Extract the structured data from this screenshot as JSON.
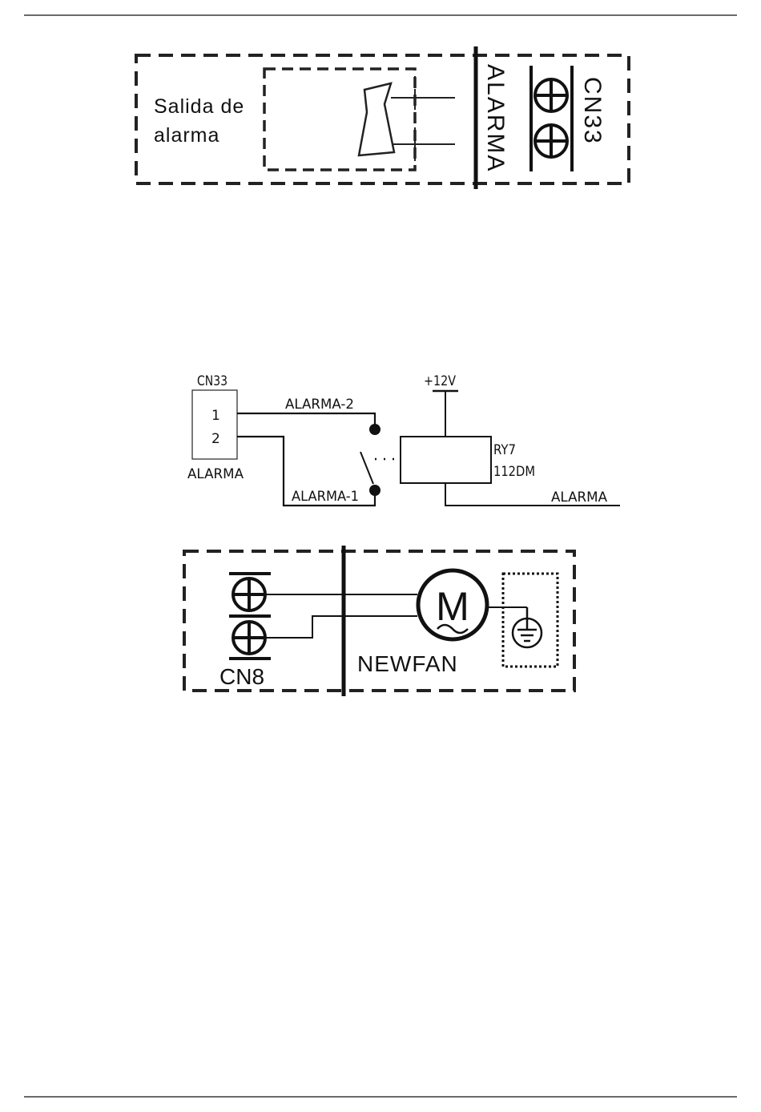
{
  "diagram1": {
    "label_line1": "Salida de",
    "label_line2": "alarma",
    "terminal_label": "ALARMA",
    "connector": "CN33"
  },
  "diagram2": {
    "connector": "CN33",
    "pin1": "1",
    "pin2": "2",
    "connector_sub": "ALARMA",
    "wire_top": "ALARMA-2",
    "wire_bottom": "ALARMA-1",
    "supply": "+12V",
    "relay_name": "RY7",
    "relay_model": "112DM",
    "output_line": "ALARMA"
  },
  "diagram3": {
    "connector": "CN8",
    "motor_label": "NEWFAN",
    "motor_symbol": "M"
  }
}
